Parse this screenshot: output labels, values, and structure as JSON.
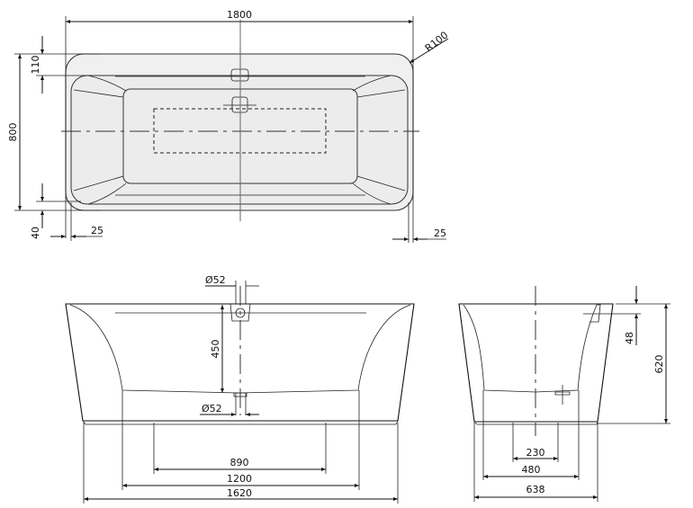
{
  "drawing": {
    "subject": "freestanding bathtub",
    "top_view": {
      "length": "1800",
      "width": "800",
      "rim_inset": "110",
      "corner_radius": "R100",
      "bottom_offset": "40",
      "left_offset": "25",
      "right_offset": "25"
    },
    "front_view": {
      "overflow_diameter": "Ø52",
      "drain_diameter": "Ø52",
      "overflow_to_drain": "450",
      "inner_support": "890",
      "base_length": "1200",
      "outer_length": "1620"
    },
    "side_view": {
      "overflow_drop": "48",
      "height": "620",
      "inner_support": "230",
      "base_width": "480",
      "outer_width": "638"
    }
  }
}
